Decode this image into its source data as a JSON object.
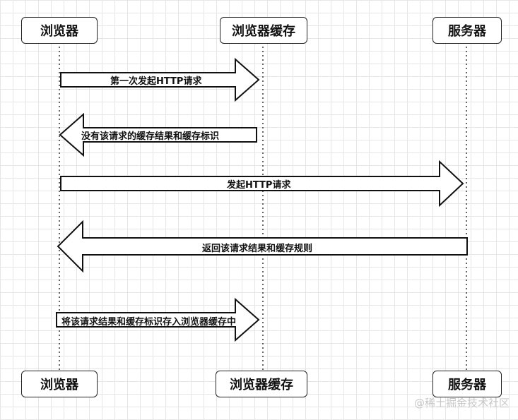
{
  "actors": {
    "browser": "浏览器",
    "cache": "浏览器缓存",
    "server": "服务器"
  },
  "messages": [
    {
      "label": "第一次发起HTTP请求",
      "from": "browser",
      "to": "cache"
    },
    {
      "label": "没有该请求的缓存结果和缓存标识",
      "from": "cache",
      "to": "browser"
    },
    {
      "label": "发起HTTP请求",
      "from": "browser",
      "to": "server"
    },
    {
      "label": "返回该请求结果和缓存规则",
      "from": "server",
      "to": "browser"
    },
    {
      "label": "将该请求结果和缓存标识存入浏览器缓存中",
      "from": "browser",
      "to": "cache"
    }
  ],
  "watermark": "@稀土掘金技术社区"
}
